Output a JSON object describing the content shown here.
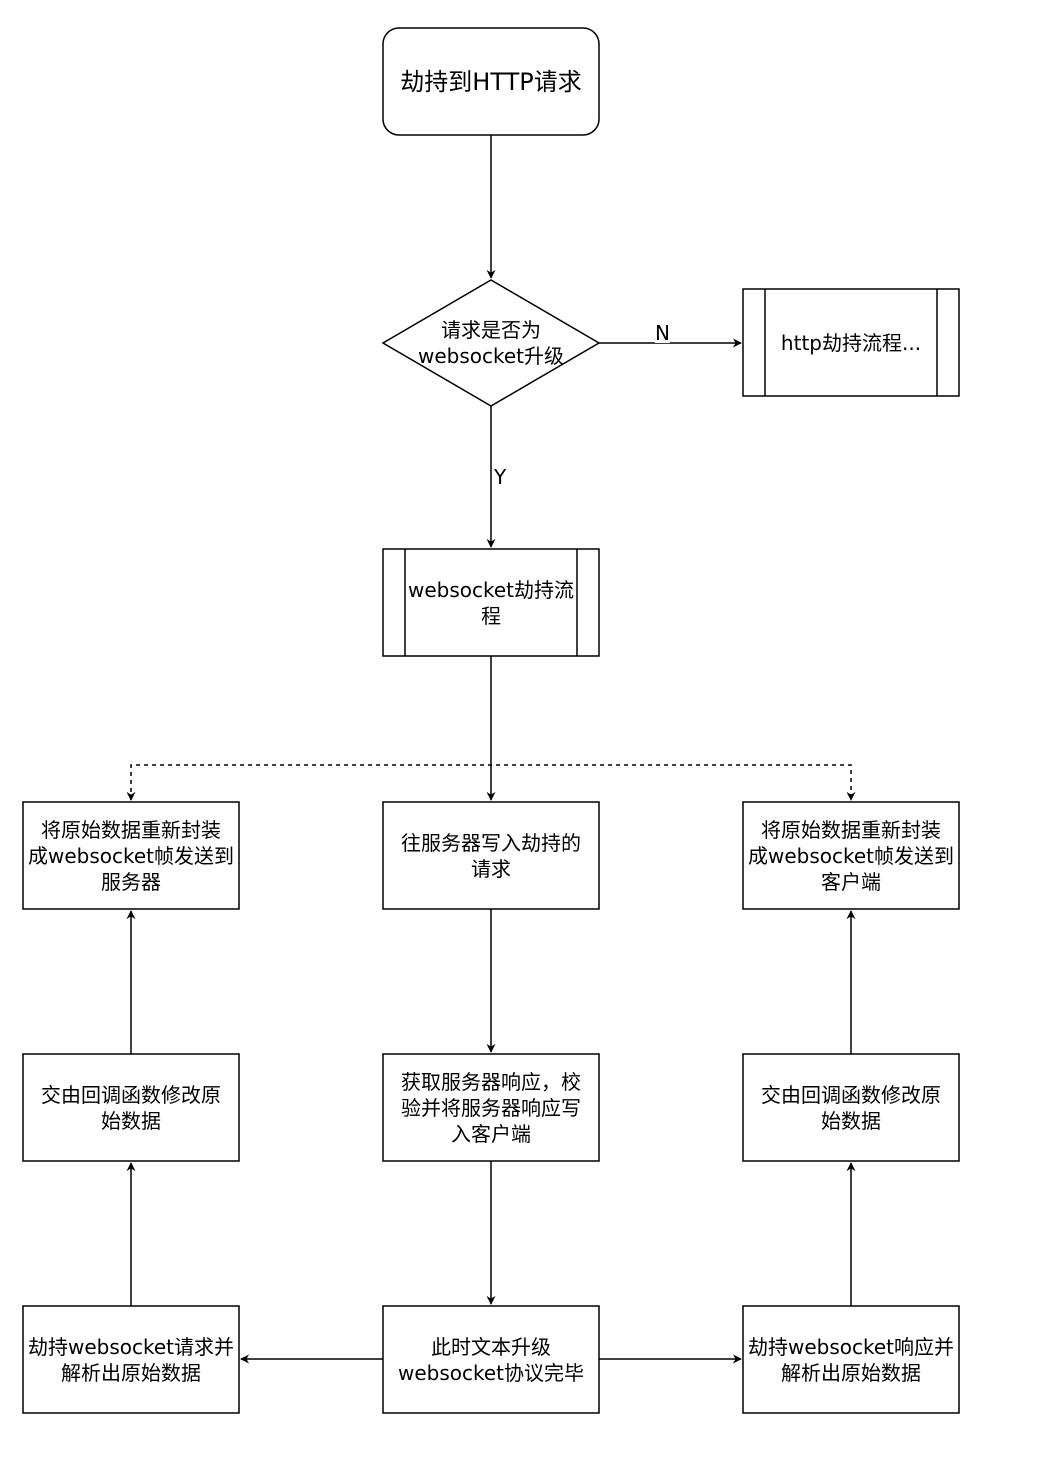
{
  "nodes": {
    "start": "劫持到HTTP请求",
    "decision": "请求是否为\nwebsocket升级",
    "http_flow": "http劫持流程...",
    "ws_flow": "websocket劫持流\n程",
    "write_req": "往服务器写入劫持的\n请求",
    "get_resp": "获取服务器响应，校\n验并将服务器响应写\n入客户端",
    "upgrade_done": "此时文本升级\nwebsocket协议完毕",
    "left_hijack": "劫持websocket请求并\n解析出原始数据",
    "left_callback": "交由回调函数修改原\n始数据",
    "left_send": "将原始数据重新封装\n成websocket帧发送到\n服务器",
    "right_hijack": "劫持websocket响应并\n解析出原始数据",
    "right_callback": "交由回调函数修改原\n始数据",
    "right_send": "将原始数据重新封装\n成websocket帧发送到\n客户端"
  },
  "edge_labels": {
    "no": "N",
    "yes": "Y"
  }
}
